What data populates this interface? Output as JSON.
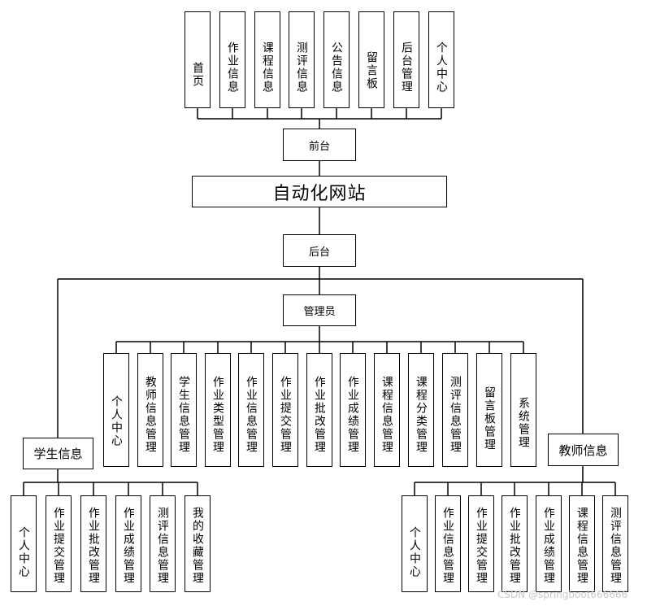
{
  "diagram": {
    "title": "自动化网站",
    "frontend_label": "前台",
    "backend_label": "后台",
    "admin_label": "管理员",
    "student_label": "学生信息",
    "teacher_label": "教师信息",
    "frontend_items": [
      "首页",
      "作业信息",
      "课程信息",
      "测评信息",
      "公告信息",
      "留言板",
      "后台管理",
      "个人中心"
    ],
    "admin_items": [
      "个人中心",
      "教师信息管理",
      "学生信息管理",
      "作业类型管理",
      "作业信息管理",
      "作业提交管理",
      "作业批改管理",
      "作业成绩管理",
      "课程信息管理",
      "课程分类管理",
      "测评信息管理",
      "留言板管理",
      "系统管理"
    ],
    "student_items": [
      "个人中心",
      "作业提交管理",
      "作业批改管理",
      "作业成绩管理",
      "测评信息管理",
      "我的收藏管理"
    ],
    "teacher_items": [
      "个人中心",
      "作业信息管理",
      "作业提交管理",
      "作业批改管理",
      "作业成绩管理",
      "课程信息管理",
      "测评信息管理"
    ]
  },
  "watermark": "CSDN @springboot666666"
}
